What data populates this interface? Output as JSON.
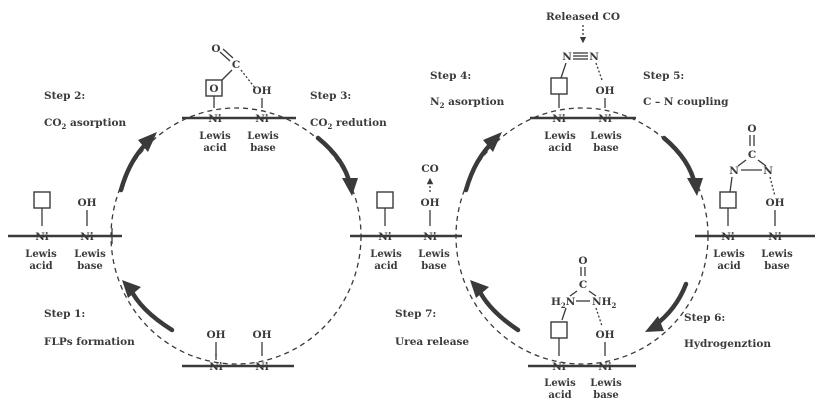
{
  "steps": {
    "step1": {
      "title": "Step 1:",
      "desc": "FLPs formation"
    },
    "step2": {
      "title": "Step 2:",
      "desc_pre": "CO",
      "desc_sub": "2",
      "desc_post": " asorption"
    },
    "step3": {
      "title": "Step 3:",
      "desc_pre": "CO",
      "desc_sub": "2",
      "desc_post": " redution"
    },
    "step4": {
      "title": "Step 4:",
      "desc_pre": "N",
      "desc_sub": "2",
      "desc_post": " asorption"
    },
    "step5": {
      "title": "Step 5:",
      "desc": "C – N coupling"
    },
    "step6": {
      "title": "Step 6:",
      "desc": "Hydrogenztion"
    },
    "step7": {
      "title": "Step 7:",
      "desc": "Urea release"
    }
  },
  "atoms": {
    "ni": "Ni",
    "oh": "OH",
    "o": "O",
    "c": "C",
    "n": "N",
    "co": "CO",
    "h2n": "H",
    "two": "2",
    "n_lbl": "N",
    "nh2": "NH"
  },
  "labels": {
    "lewis": "Lewis",
    "acid": "acid",
    "base": "base",
    "released_co": "Released CO"
  }
}
